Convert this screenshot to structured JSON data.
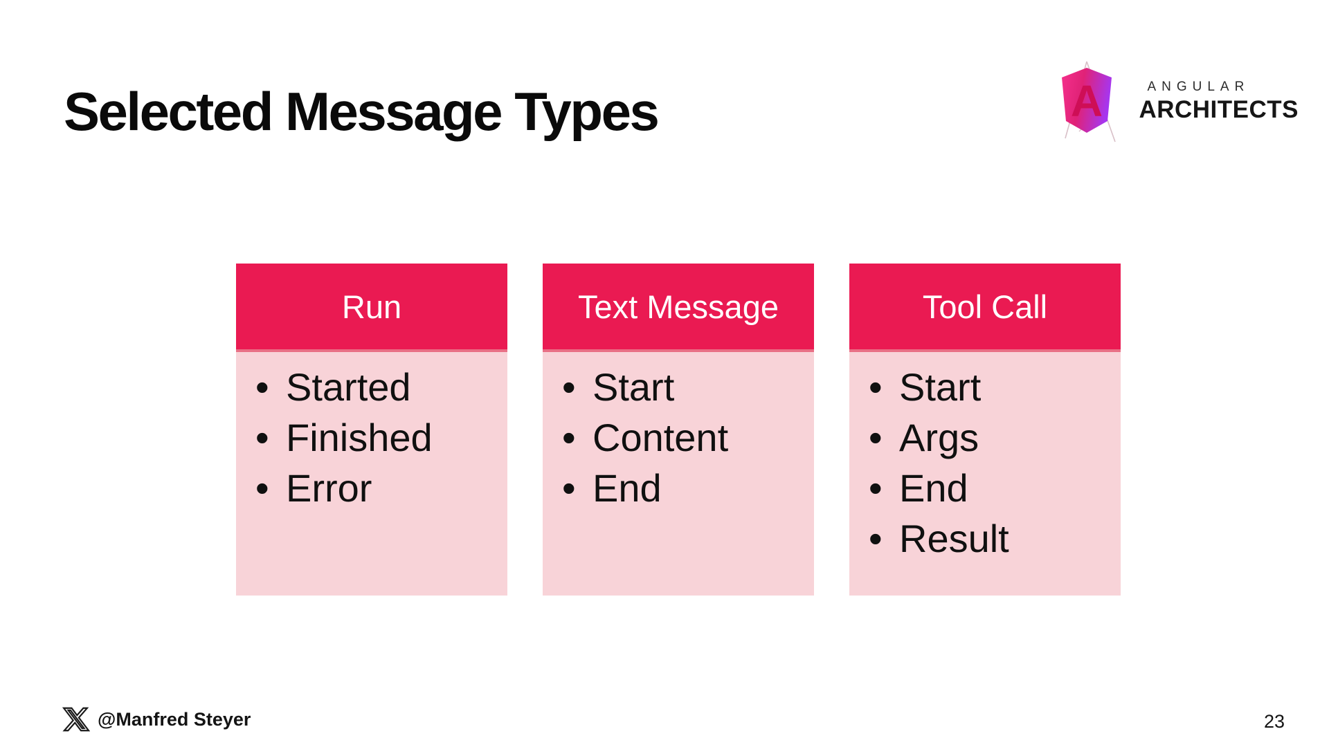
{
  "slide": {
    "title": "Selected Message Types",
    "page_number": "23",
    "footer": {
      "handle": "@Manfred Steyer"
    },
    "logo": {
      "letter": "A",
      "line_top": "ANGULAR",
      "line_bottom": "ARCHITECTS"
    },
    "colors": {
      "card_header_bg": "#EA1A52",
      "card_body_bg": "#F8D3D8",
      "card_separator": "#E96F85",
      "logo_gradient_start": "#F5308C",
      "logo_gradient_end": "#A636F0",
      "logo_letter": "#CE0E56"
    },
    "cards": [
      {
        "title": "Run",
        "items": [
          "Started",
          "Finished",
          "Error"
        ]
      },
      {
        "title": "Text Message",
        "items": [
          "Start",
          "Content",
          "End"
        ]
      },
      {
        "title": "Tool Call",
        "items": [
          "Start",
          "Args",
          "End",
          "Result"
        ]
      }
    ]
  }
}
